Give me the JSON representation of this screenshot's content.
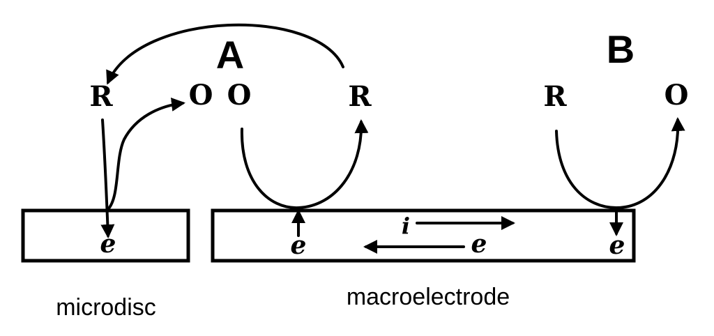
{
  "labels": {
    "section_a": "A",
    "section_b": "B",
    "r_left": "R",
    "o_left": "O",
    "o_mid": "O",
    "r_mid": "R",
    "r_right": "R",
    "o_right": "O",
    "e_micro": "e",
    "e_macro_left": "e",
    "e_macro_mid": "e",
    "e_macro_right": "e",
    "current": "i",
    "microdisc": "microdisc",
    "macroelectrode": "macroelectrode"
  }
}
